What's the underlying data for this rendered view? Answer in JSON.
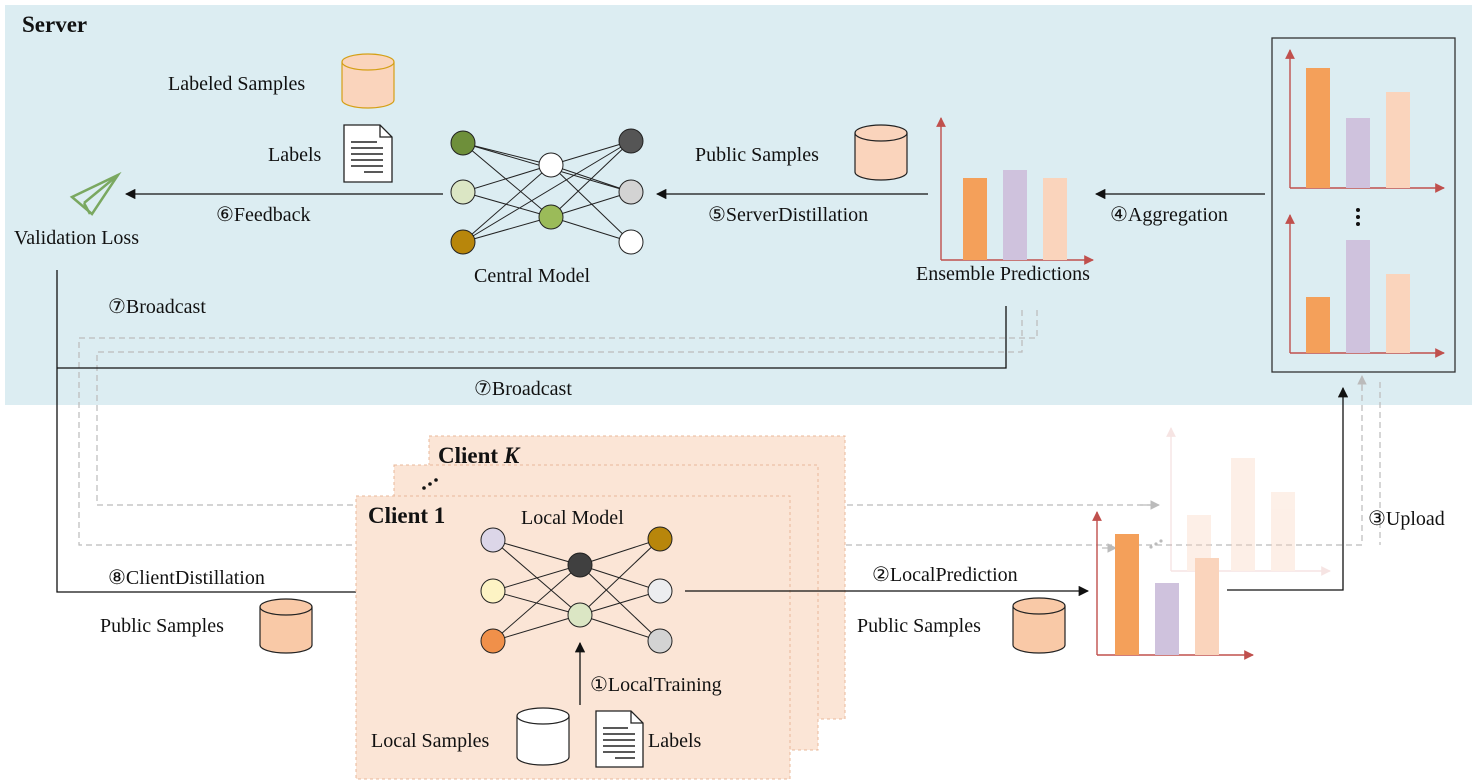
{
  "server": {
    "title": "Server"
  },
  "server_labels": {
    "labeled_samples": "Labeled Samples",
    "labels": "Labels",
    "public_samples": "Public Samples",
    "central_model": "Central Model",
    "ensemble_predictions": "Ensemble Predictions",
    "validation_loss": "Validation Loss"
  },
  "client": {
    "title_front": "Client 1",
    "title_back_prefix": "Client ",
    "title_back_var": "K",
    "local_model": "Local Model",
    "public_samples": "Public Samples",
    "local_samples": "Local Samples",
    "labels": "Labels",
    "public_samples_right": "Public Samples"
  },
  "steps": {
    "s1": "①LocalTraining",
    "s2": "②LocalPrediction",
    "s3": "③Upload",
    "s4": "④Aggregation",
    "s5": "⑤ServerDistillation",
    "s6": "⑥Feedback",
    "s7a": "⑦Broadcast",
    "s7b": "⑦Broadcast",
    "s8": "⑧ClientDistillation"
  },
  "colors": {
    "server_bg": "#dcedf2",
    "client_bg": "#fbe5d6",
    "bar_orange": "#f4a05a",
    "bar_purple": "#cfc2dd",
    "bar_peach": "#fad4bc",
    "axis": "#c0504d",
    "node_olive": "#6e8f3a",
    "node_sage": "#dbe6c4",
    "node_gold": "#b8860b",
    "node_dark": "#555555",
    "node_grey": "#d3d3d3",
    "node_green": "#9bbb59",
    "node_lavender": "#dcd6e8",
    "node_cream": "#fdf3c4",
    "node_orange": "#f0904a",
    "node_black": "#404040",
    "node_white": "#ffffff",
    "node_light": "#ecedef",
    "plane": "#7aa860"
  },
  "icons": {
    "database": "database-icon",
    "document": "document-icon",
    "plane": "paper-plane-icon",
    "dots": "ellipsis-icon"
  }
}
